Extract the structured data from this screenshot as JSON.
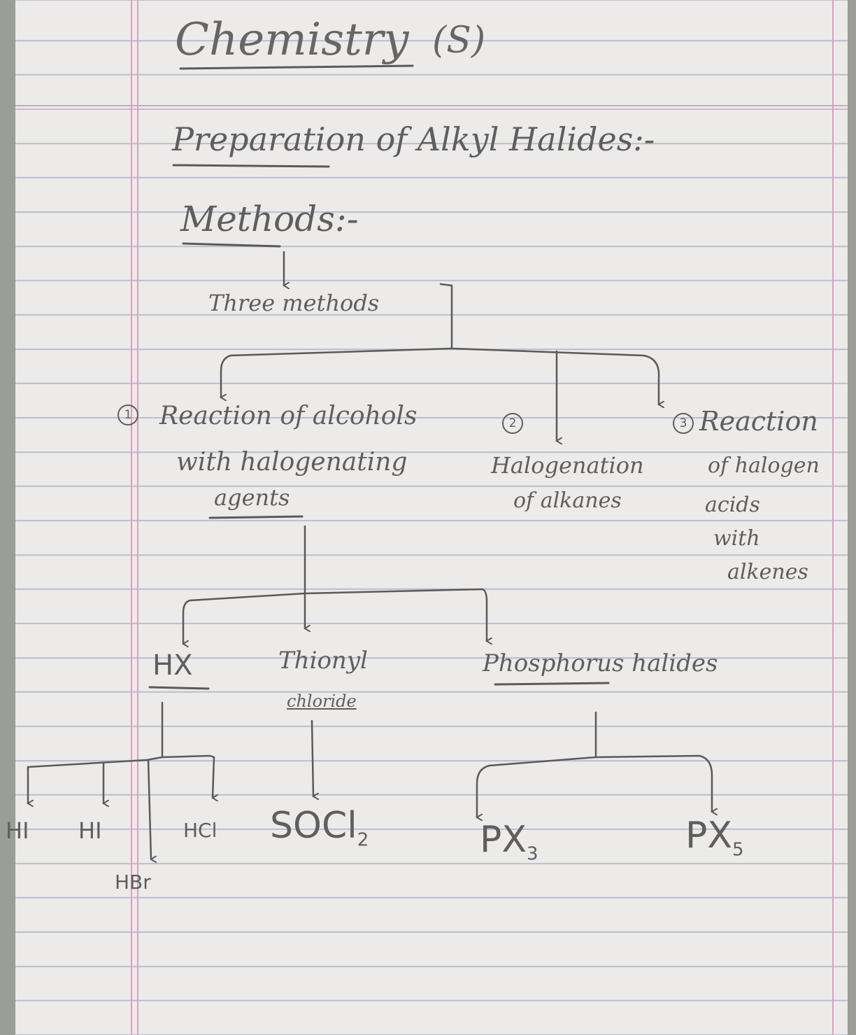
{
  "page": {
    "title": "Chemistry",
    "title_glyphs": "(S)",
    "heading": "Preparation of Alkyl Halides:-",
    "methods_label": "Methods:-",
    "three_methods": "Three methods"
  },
  "methods": [
    {
      "number": "1",
      "lines": [
        "Reaction of alcohols",
        "with halogenating",
        "agents"
      ]
    },
    {
      "number": "2",
      "lines": [
        "Halogenation",
        "of alkanes"
      ]
    },
    {
      "number": "3",
      "lines": [
        "Reaction",
        "of halogen",
        "acids",
        "with",
        "alkenes"
      ]
    }
  ],
  "reagents": {
    "hx": "HX",
    "thionyl_line1": "Thionyl",
    "thionyl_line2": "chloride",
    "phosphorus": "Phosphorus halides"
  },
  "products": {
    "hi1": "HI",
    "hi2": "HI",
    "hbr": "HBr",
    "hcl": "HCl",
    "socl2_main": "SOCl",
    "socl2_sub": "2",
    "px3_main": "PX",
    "px3_sub": "3",
    "px5_main": "PX",
    "px5_sub": "5"
  }
}
